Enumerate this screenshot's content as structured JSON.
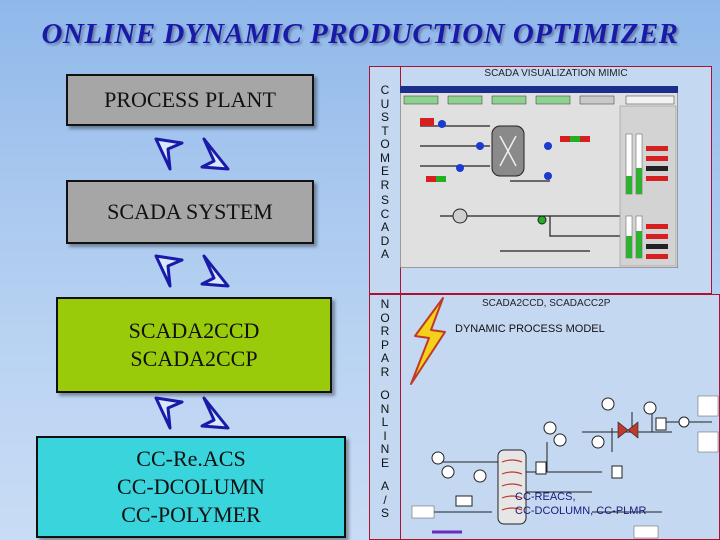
{
  "title": "ONLINE DYNAMIC PRODUCTION  OPTIMIZER",
  "left_boxes": {
    "process_plant": "PROCESS PLANT",
    "scada_system": "SCADA SYSTEM",
    "scada2_line1": "SCADA2CCD",
    "scada2_line2": "SCADA2CCP",
    "cc_line1": "CC-Re.ACS",
    "cc_line2": "CC-DCOLUMN",
    "cc_line3": "CC-POLYMER"
  },
  "vertical_text": {
    "customer": [
      "C",
      "U",
      "S",
      "T",
      "O",
      "M",
      "E",
      "R"
    ],
    "scada": [
      "S",
      "C",
      "A",
      "D",
      "A"
    ],
    "nor": [
      "N",
      "O",
      "R",
      "P",
      "A",
      "R"
    ],
    "online": [
      "O",
      "N",
      "L",
      "I",
      "N",
      "E"
    ],
    "as": [
      "A",
      "/",
      "S"
    ]
  },
  "right_panel": {
    "mimic_title": "SCADA VISUALIZATION  MIMIC",
    "scada2_label": "SCADA2CCD, SCADACC2P",
    "dynamic_model_title": "DYNAMIC PROCESS MODEL",
    "cc_reacs_line1": "CC-REACS,",
    "cc_reacs_line2": "CC-DCOLUMN, CC-PLMR"
  },
  "colors": {
    "title": "#1a1aa8",
    "box_gray": "#a6a6a6",
    "box_green": "#9acb0a",
    "box_cyan": "#39d4dc",
    "panel_border": "#aa1133"
  }
}
